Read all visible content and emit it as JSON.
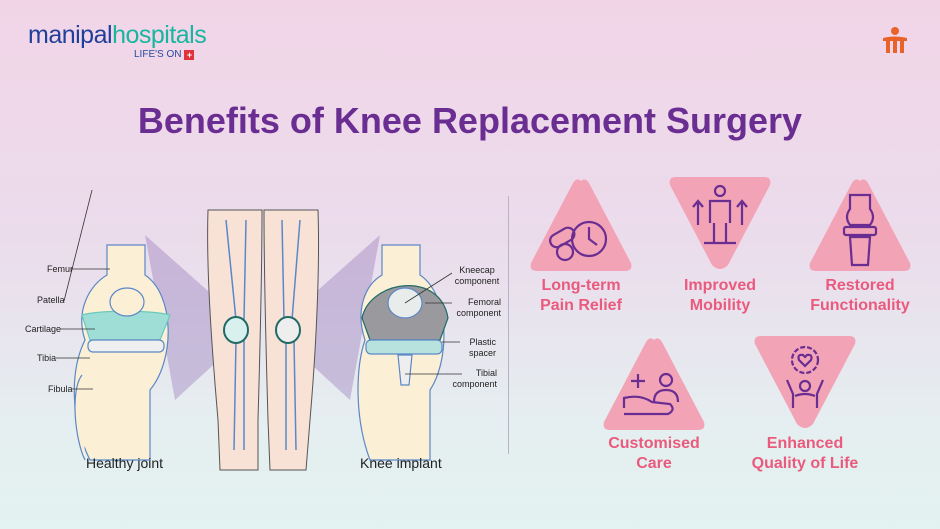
{
  "logo": {
    "part1": "manipal",
    "part2": "hospitals",
    "tagline": "LIFE'S ON",
    "tagline_icon": "plus-cross-icon"
  },
  "title": "Benefits of Knee Replacement Surgery",
  "illustration": {
    "healthy_caption": "Healthy joint",
    "implant_caption": "Knee implant",
    "healthy_labels": [
      "Femur",
      "Patella",
      "Cartilage",
      "Tibia",
      "Fibula"
    ],
    "implant_labels": [
      "Kneecap component",
      "Femoral component",
      "Plastic spacer",
      "Tibial component"
    ]
  },
  "benefits": [
    {
      "line1": "Long-term",
      "line2": "Pain Relief",
      "icon": "pills-clock-icon"
    },
    {
      "line1": "Improved",
      "line2": "Mobility",
      "icon": "person-arrows-icon"
    },
    {
      "line1": "Restored",
      "line2": "Functionality",
      "icon": "knee-joint-icon"
    },
    {
      "line1": "Customised",
      "line2": "Care",
      "icon": "hand-person-plus-icon"
    },
    {
      "line1": "Enhanced",
      "line2": "Quality of Life",
      "icon": "heart-gear-person-icon"
    }
  ],
  "colors": {
    "title": "#6a2d91",
    "benefit_text": "#ea5a7d",
    "triangle": "#f2a3b6",
    "icon": "#6a2d91"
  }
}
